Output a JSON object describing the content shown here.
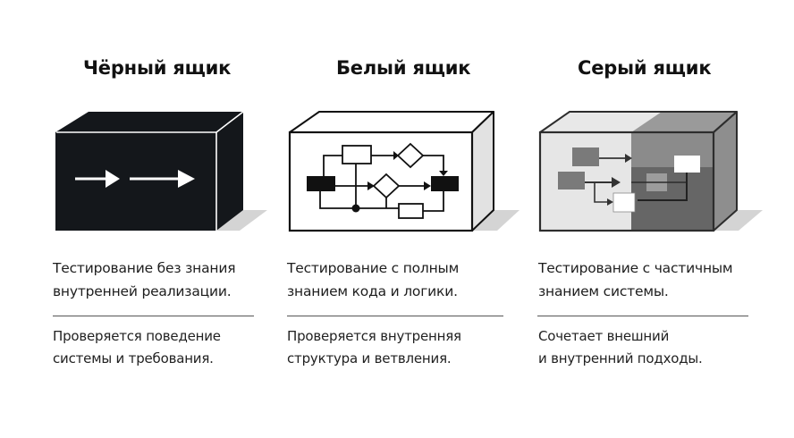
{
  "columns": [
    {
      "id": "black-box",
      "title": "Чёрный ящик",
      "description": [
        "Тестирование без знания",
        "внутренней реализации."
      ],
      "detail": [
        "Проверяется поведение",
        "системы и требования."
      ],
      "icon": "black-box-with-arrows",
      "colors": {
        "front": "#14171b",
        "top": "#14171b",
        "side": "#14171b",
        "edge": "#ffffff",
        "arrows": "#ffffff"
      }
    },
    {
      "id": "white-box",
      "title": "Белый ящик",
      "description": [
        "Тестирование с полным",
        "знанием кода и логики."
      ],
      "detail": [
        "Проверяется внутренняя",
        "структура и ветвления."
      ],
      "icon": "white-box-with-flowchart",
      "colors": {
        "front": "#ffffff",
        "top": "#ffffff",
        "side": "#e2e2e2",
        "edge": "#111111"
      }
    },
    {
      "id": "grey-box",
      "title": "Серый ящик",
      "description": [
        "Тестирование с частичным",
        "знанием системы."
      ],
      "detail": [
        "Сочетает внешний",
        "и внутренний подходы."
      ],
      "icon": "grey-box-half-visible",
      "colors": {
        "front_light": "#e6e6e6",
        "front_mid": "#8b8b8b",
        "front_dark": "#666666",
        "side": "#8e8e8e",
        "edge": "#2d2d2d"
      }
    }
  ],
  "shadow_color": "#d4d4d4"
}
